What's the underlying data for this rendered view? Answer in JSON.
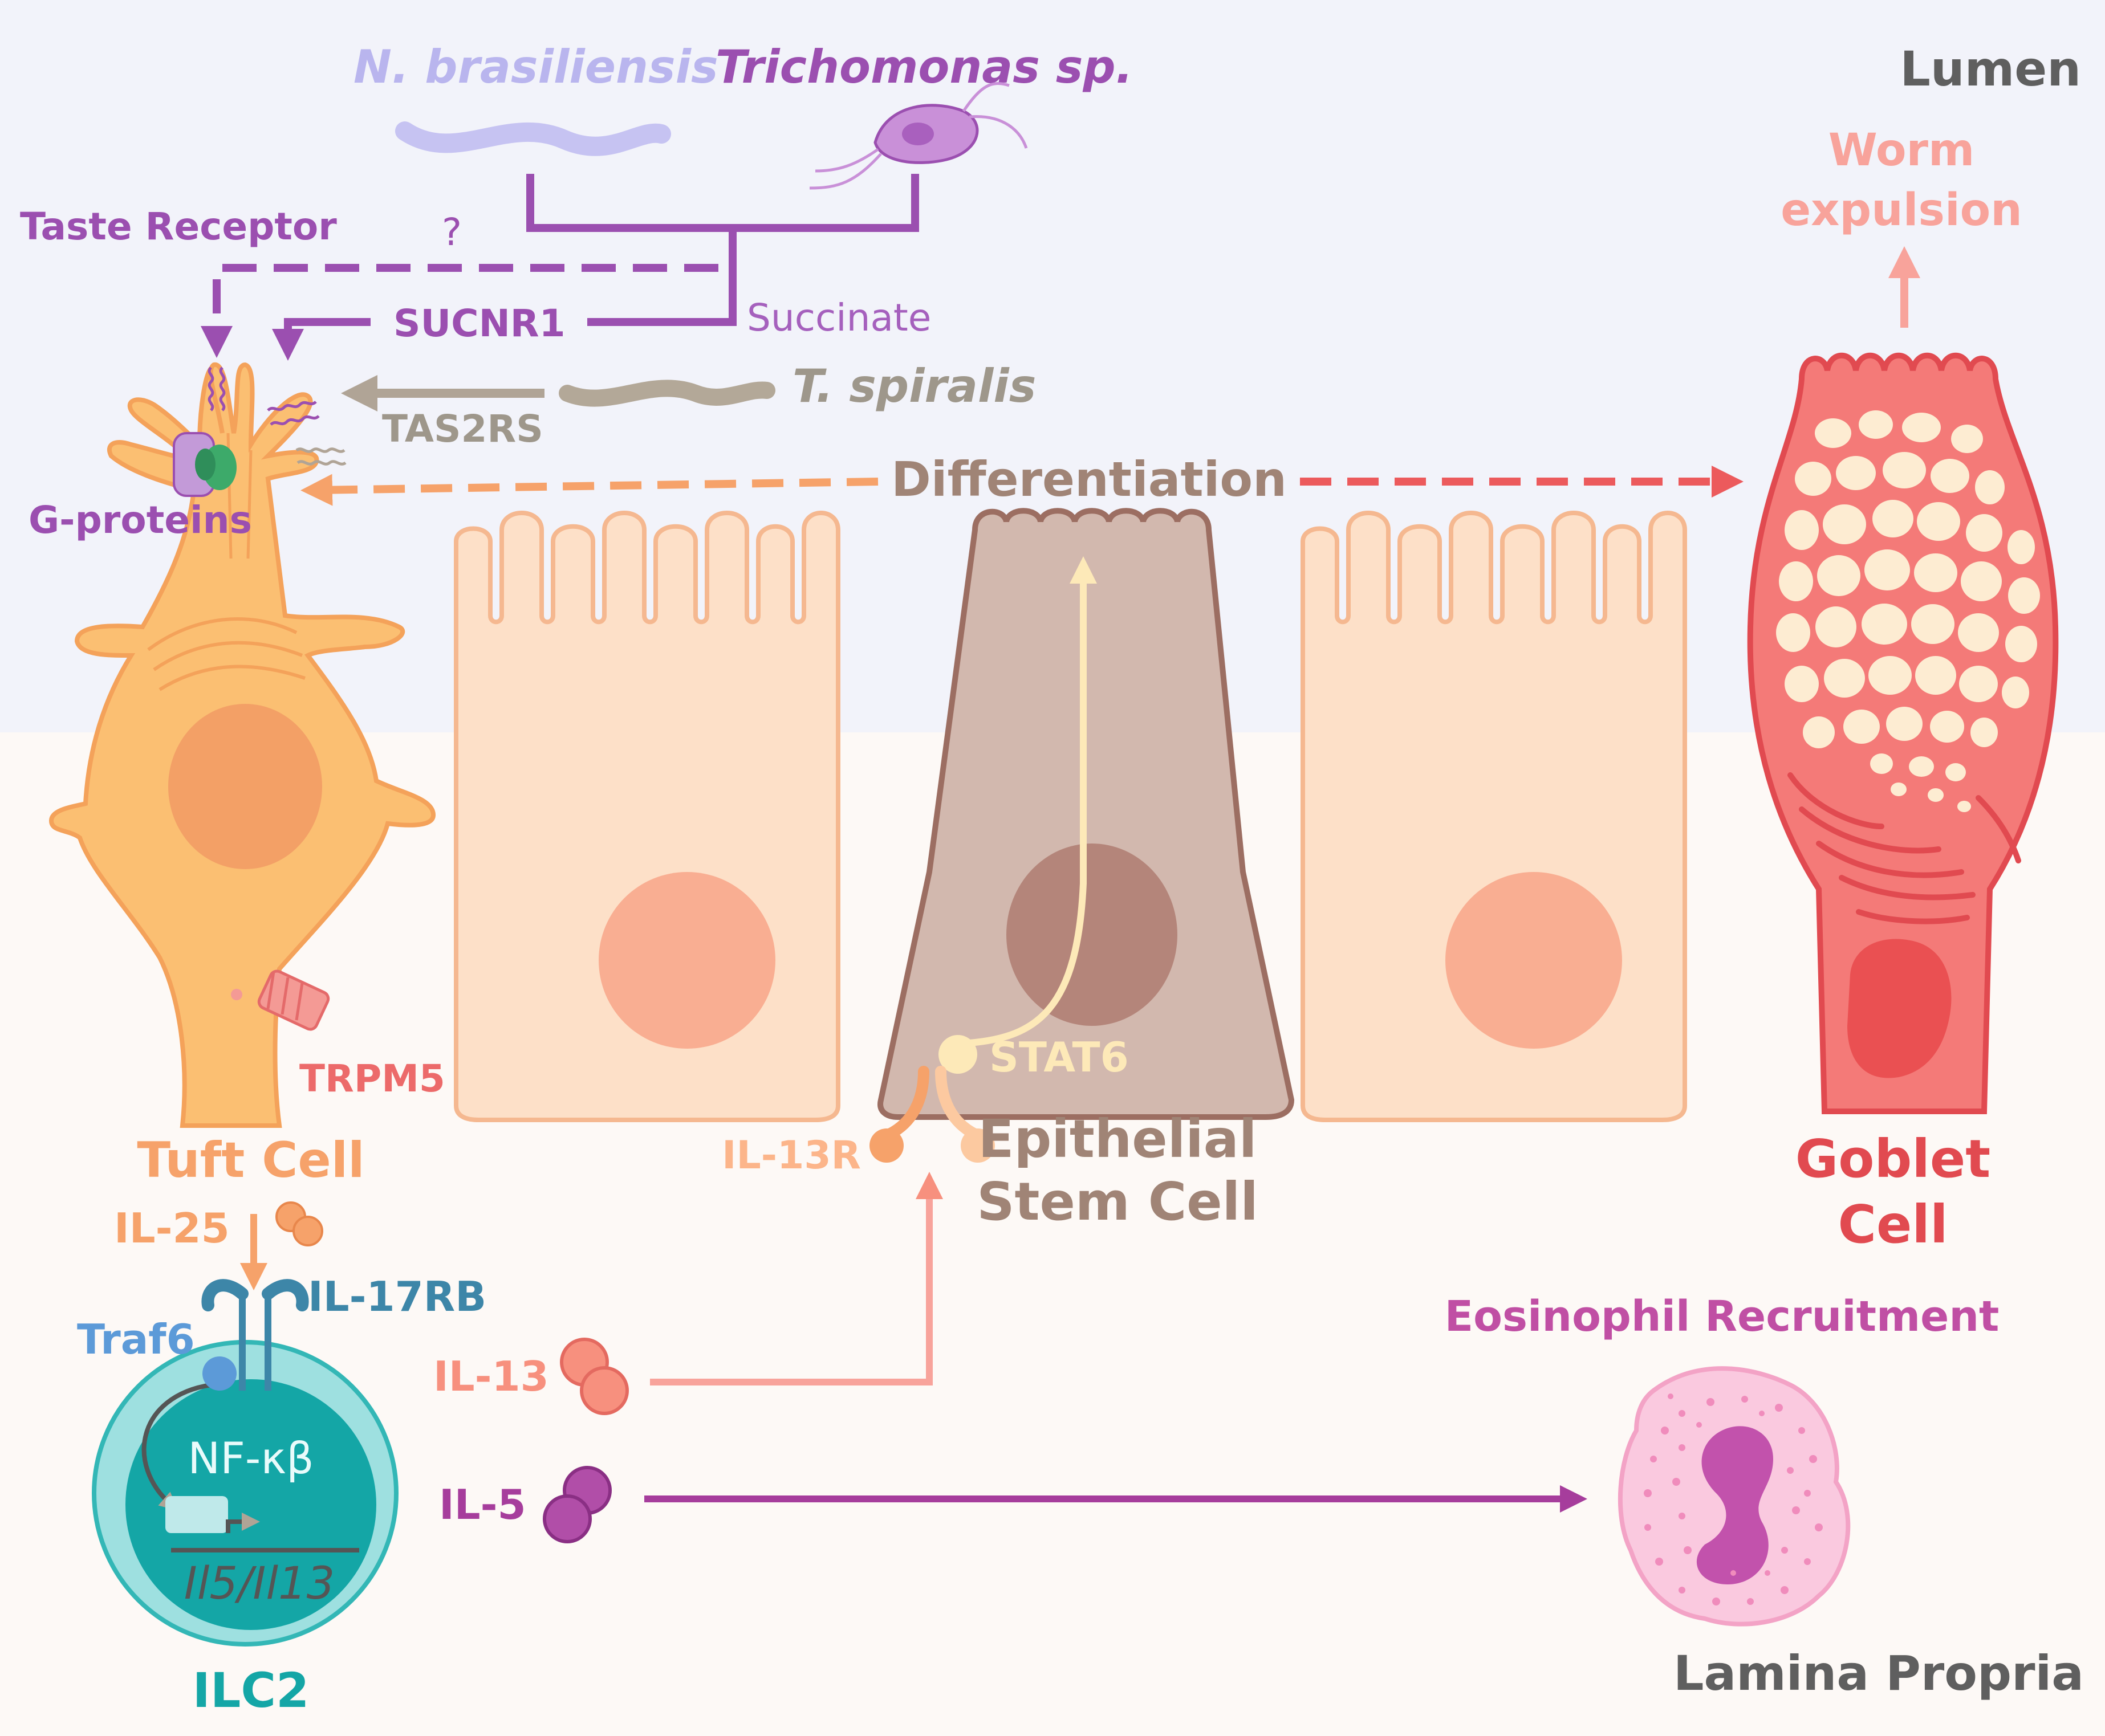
{
  "labels": {
    "lumen": "Lumen",
    "lamina_propria": "Lamina Propria",
    "n_brasiliensis": "N. brasiliensis",
    "trichomonas": "Trichomonas sp.",
    "t_spiralis": "T. spiralis",
    "taste_receptor": "Taste Receptor",
    "question": "?",
    "sucnr1": "SUCNR1",
    "succinate": "Succinate",
    "tas2rs": "TAS2RS",
    "g_proteins": "G-proteins",
    "differentiation": "Differentiation",
    "worm_expulsion_1": "Worm",
    "worm_expulsion_2": "expulsion",
    "trpm5": "TRPM5",
    "stat6": "STAT6",
    "il13r": "IL-13R",
    "epithelial_1": "Epithelial",
    "epithelial_2": "Stem Cell",
    "goblet_1": "Goblet",
    "goblet_2": "Cell",
    "tuft_cell": "Tuft Cell",
    "il25": "IL-25",
    "il17rb": "IL-17RB",
    "traf6": "Traf6",
    "il13": "IL-13",
    "il5": "IL-5",
    "nfkb": "NF-κβ",
    "genes": "Il5/Il13",
    "ilc2": "ILC2",
    "eosinophil": "Eosinophil Recruitment"
  },
  "colors": {
    "lumen_bg": "#f2f3fa",
    "propria_bg": "#fdf9f6",
    "tuft": "#fbbf72",
    "tuft_stroke": "#f4a25a",
    "enterocyte": "#fde0c8",
    "enterocyte_stroke": "#f5b890",
    "stem": "#d2b8ae",
    "stem_stroke": "#9c6e62",
    "goblet": "#f47a78",
    "goblet_stroke": "#e14a50",
    "purple": "#9b4fb0",
    "lavender": "#b9b5ee",
    "ilc2": "#14a6a6",
    "eosinophil": "#f7b8d6"
  }
}
